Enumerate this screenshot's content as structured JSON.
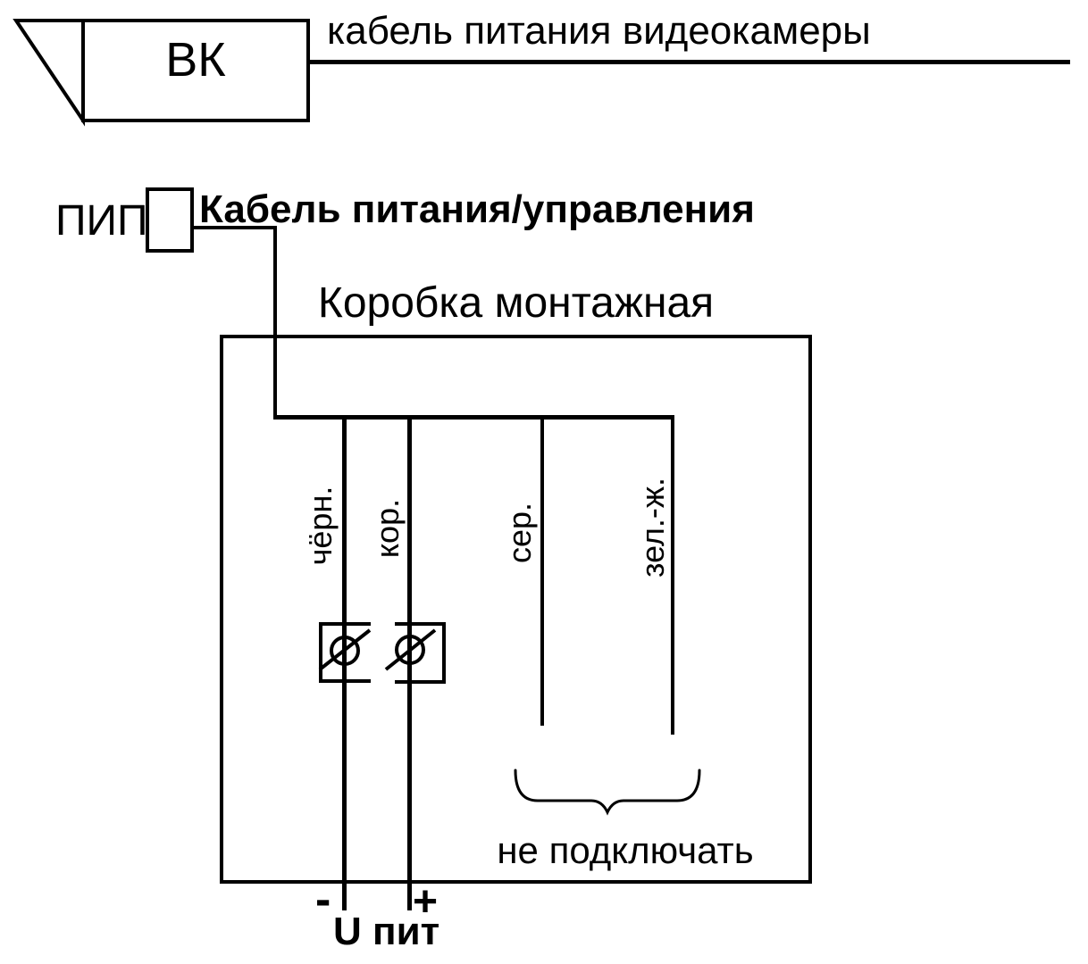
{
  "colors": {
    "ink": "#000000",
    "background": "#ffffff"
  },
  "camera": {
    "label": "ВК",
    "cable_label": "кабель питания видеокамеры"
  },
  "pip": {
    "label": "ПИП",
    "cable_label": "Кабель питания/управления"
  },
  "junction_box": {
    "title": "Коробка монтажная"
  },
  "wires": [
    {
      "label": "чёрн."
    },
    {
      "label": "кор."
    },
    {
      "label": "сер."
    },
    {
      "label": "зел.-ж."
    }
  ],
  "annotations": {
    "do_not_connect": "не подключать",
    "minus": "-",
    "plus": "+",
    "supply_voltage": "U пит"
  }
}
